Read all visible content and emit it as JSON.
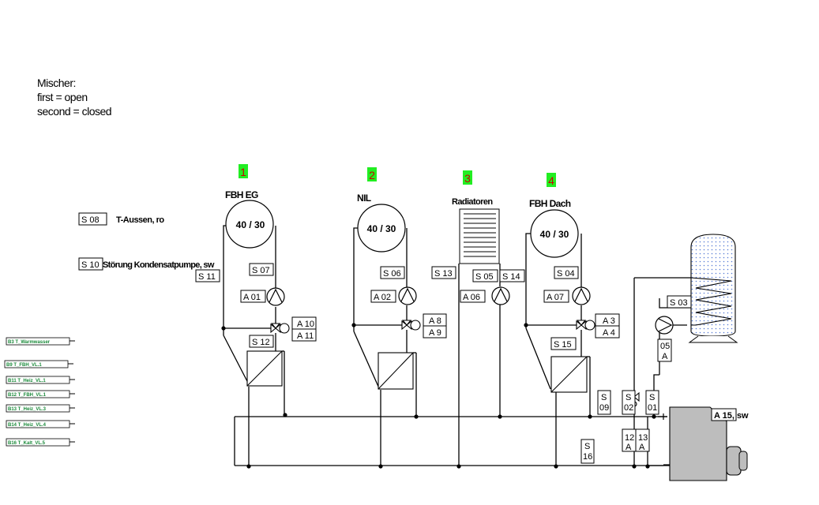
{
  "note": {
    "title": "Mischer:",
    "line1": "first = open",
    "line2": "second = closed"
  },
  "circuits": [
    {
      "num": "1",
      "name": "FBH EG",
      "temps": "40 / 30"
    },
    {
      "num": "2",
      "name": "NIL",
      "temps": "40 / 30"
    },
    {
      "num": "3",
      "name": "Radiatoren"
    },
    {
      "num": "4",
      "name": "FBH Dach",
      "temps": "40 / 30"
    }
  ],
  "labels": {
    "s08": "S  08",
    "s08_desc": "T-Aussen, ro",
    "s10": "S 10",
    "s10_desc": "Störung Kondensatpumpe, sw",
    "s11": "S 11",
    "s07": "S 07",
    "a01": "A 01",
    "a10": "A 10",
    "a11": "A 11",
    "s12": "S 12",
    "s06": "S 06",
    "a02": "A 02",
    "a8": "A 8",
    "a9": "A 9",
    "s13": "S 13",
    "s05": "S 05",
    "s14": "S 14",
    "a06": "A 06",
    "s04": "S 04",
    "a07": "A 07",
    "a3": "A 3",
    "a4": "A 4",
    "s15": "S 15",
    "s03": "S 03",
    "a05_top": "05",
    "a05_bot": "A",
    "s09_top": "S",
    "s09_bot": "09",
    "s02_top": "S",
    "s02_bot": "02",
    "s01_top": "S",
    "s01_bot": "01",
    "a12_top": "12",
    "a12_bot": "A",
    "a13_top": "13",
    "a13_bot": "A",
    "s16_top": "S",
    "s16_bot": "16",
    "a15": "A  15, sw"
  },
  "side_tags": [
    {
      "id": "B3",
      "text": "B3   T_Warmwasser"
    },
    {
      "id": "B9",
      "text": "B9   T_FBH_VL.1"
    },
    {
      "id": "B11",
      "text": "B11  T_Heiz_VL.1"
    },
    {
      "id": "B12",
      "text": "B12  T_FBH_VL.1"
    },
    {
      "id": "B13",
      "text": "B13  T_Heiz_VL.3"
    },
    {
      "id": "B14",
      "text": "B14  T_Heiz_VL.4"
    },
    {
      "id": "B16",
      "text": "B16  T_Kalt_VL.5"
    }
  ],
  "colors": {
    "line": "#000000",
    "number_badge": "#22ee22",
    "number_text": "#cc0000",
    "side_tag_text": "#1a8a3a",
    "boiler": "#bdbdbd",
    "tank_dots": "#5b7fd6"
  }
}
